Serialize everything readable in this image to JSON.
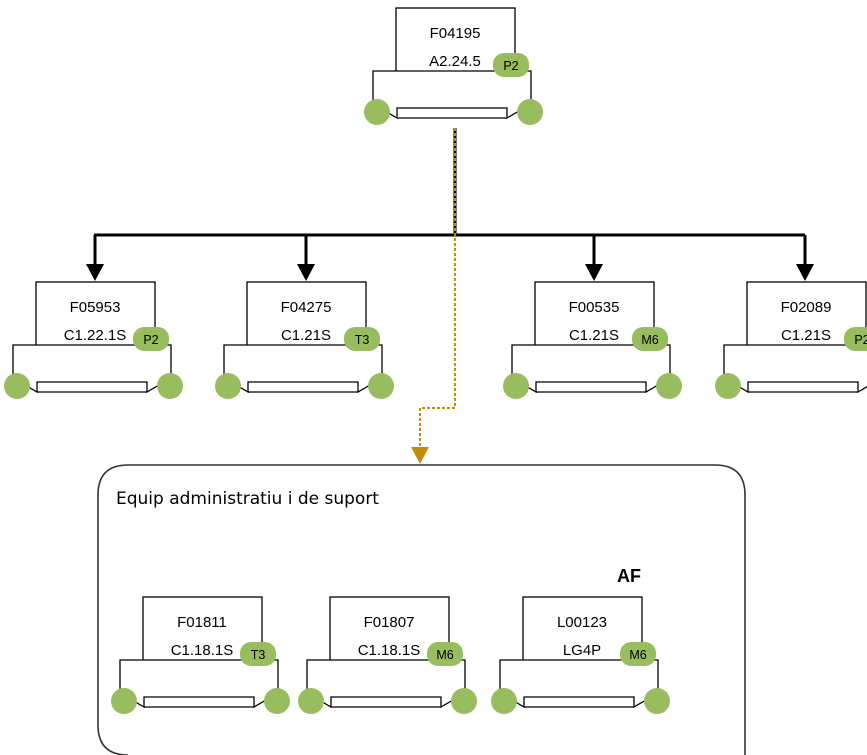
{
  "colors": {
    "badge_fill": "#98bd5f",
    "wheel_fill": "#98bd5f",
    "line": "#000000",
    "dashed_connector": "#c08e0f"
  },
  "root": {
    "id": "F04195",
    "code": "A2.24.5",
    "badge": "P2"
  },
  "children": [
    {
      "id": "F05953",
      "code": "C1.22.1S",
      "badge": "P2"
    },
    {
      "id": "F04275",
      "code": "C1.21S",
      "badge": "T3"
    },
    {
      "id": "F00535",
      "code": "C1.21S",
      "badge": "M6"
    },
    {
      "id": "F02089",
      "code": "C1.21S",
      "badge": "P2"
    }
  ],
  "support_group": {
    "title": "Equip administratiu i de suport",
    "tag": "AF",
    "members": [
      {
        "id": "F01811",
        "code": "C1.18.1S",
        "badge": "T3"
      },
      {
        "id": "F01807",
        "code": "C1.18.1S",
        "badge": "M6"
      },
      {
        "id": "L00123",
        "code": "LG4P",
        "badge": "M6"
      }
    ]
  }
}
